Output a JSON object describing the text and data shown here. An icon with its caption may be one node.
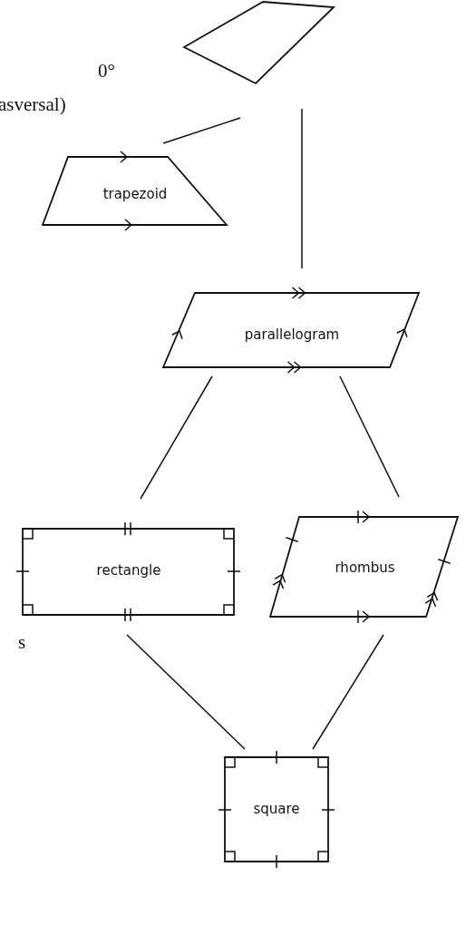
{
  "diagram": {
    "nodes": [
      {
        "text": [],
        "shape": "quadrilateral"
      },
      {
        "text": [
          "trapezoid"
        ]
      },
      {
        "text": [
          "parallelogram"
        ]
      },
      {
        "text": [
          "rectangle"
        ]
      },
      {
        "text": [
          "rhombus"
        ]
      },
      {
        "text": [
          "square"
        ]
      }
    ],
    "edges": [
      {
        "from": 0,
        "to": 1,
        "arrow": "none"
      },
      {
        "from": 0,
        "to": 2,
        "arrow": "none"
      },
      {
        "from": 2,
        "to": 3,
        "arrow": "none"
      },
      {
        "from": 2,
        "to": 4,
        "arrow": "none"
      },
      {
        "from": 3,
        "to": 5,
        "arrow": "none"
      },
      {
        "from": 4,
        "to": 5,
        "arrow": "none"
      }
    ],
    "labels": [
      "0°",
      "asversal)",
      "s"
    ]
  }
}
